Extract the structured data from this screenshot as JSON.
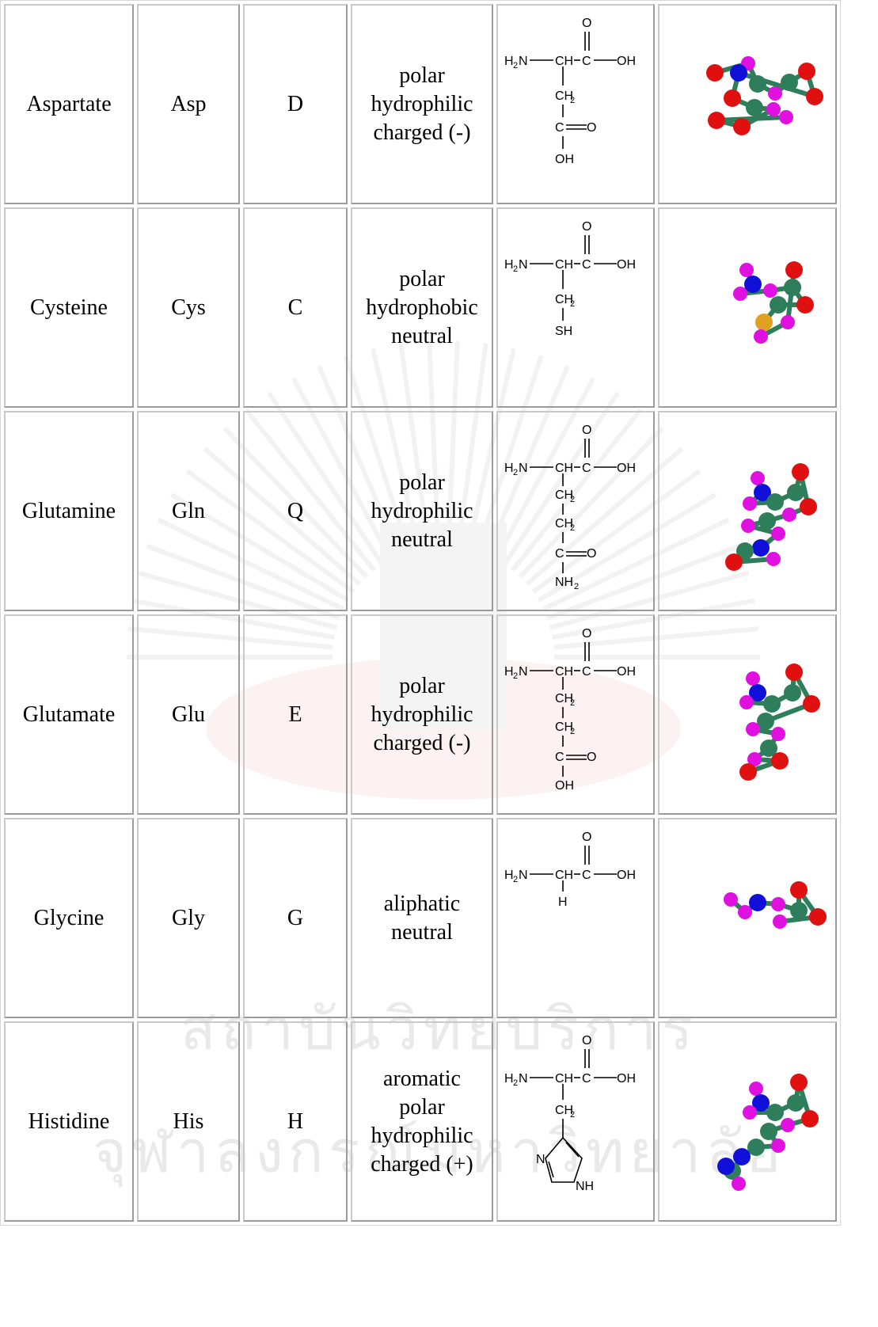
{
  "watermark": {
    "line1": "สถาบันวิทยบริการ",
    "line2": "จุฬาลงกรณ์มหาวิทยาลัย"
  },
  "rows": [
    {
      "name": "Aspartate",
      "abbr3": "Asp",
      "abbr1": "D",
      "props": [
        "polar",
        "hydrophilic",
        "charged (-)"
      ]
    },
    {
      "name": "Cysteine",
      "abbr3": "Cys",
      "abbr1": "C",
      "props": [
        "polar",
        "hydrophobic",
        "neutral"
      ]
    },
    {
      "name": "Glutamine",
      "abbr3": "Gln",
      "abbr1": "Q",
      "props": [
        "polar",
        "hydrophilic",
        "neutral"
      ]
    },
    {
      "name": "Glutamate",
      "abbr3": "Glu",
      "abbr1": "E",
      "props": [
        "polar",
        "hydrophilic",
        "charged (-)"
      ]
    },
    {
      "name": "Glycine",
      "abbr3": "Gly",
      "abbr1": "G",
      "props": [
        "aliphatic",
        "neutral"
      ]
    },
    {
      "name": "Histidine",
      "abbr3": "His",
      "abbr1": "H",
      "props": [
        "aromatic",
        "polar",
        "hydrophilic",
        "charged (+)"
      ]
    }
  ],
  "structure_labels": {
    "amine": "H",
    "amine_sub": "2",
    "amine_n": "N",
    "alpha": "CH",
    "carbonyl_c": "C",
    "oxygen": "O",
    "hydroxyl": "OH",
    "ch2": "CH",
    "ch2_sub": "2",
    "thiol": "SH",
    "hydrogen": "H",
    "nh2": "NH",
    "nh2_sub": "2",
    "ring_n": "N",
    "ring_nh": "NH"
  },
  "atom_colors": {
    "carbon": "#2e7d5b",
    "oxygen": "#e01010",
    "nitrogen": "#1010d8",
    "hydrogen": "#e010e0",
    "sulfur": "#e0a020"
  }
}
